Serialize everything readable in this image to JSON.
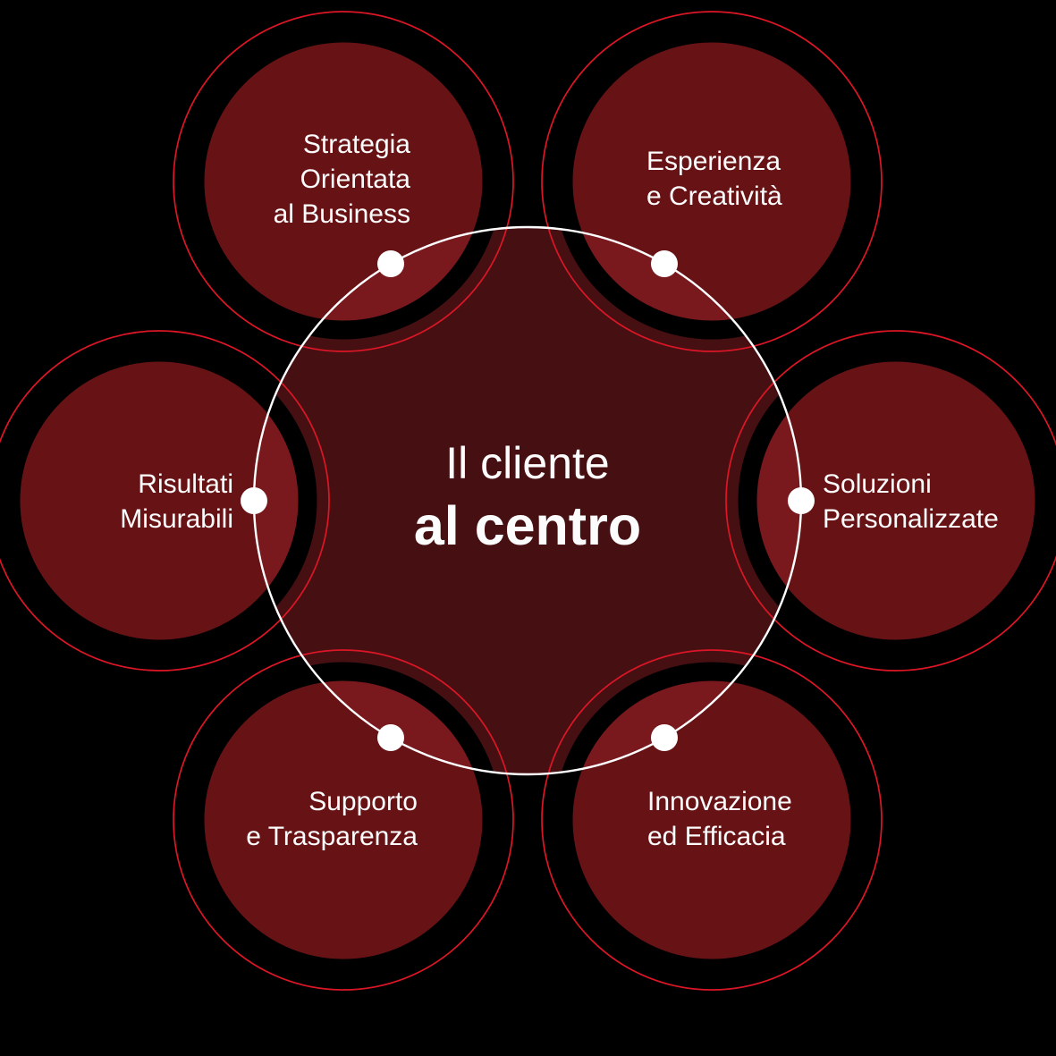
{
  "colors": {
    "background": "#000000",
    "satellite-fill": "#671316",
    "hub-fill": "#8c2026",
    "ring-color": "#dc1626",
    "orbit-color": "#ffffff",
    "label-color": "#fdfcfc"
  },
  "hub": {
    "line1": "Il cliente",
    "line2": "al centro"
  },
  "satellites": [
    {
      "lines": [
        "Strategia",
        "Orientata",
        "al Business"
      ]
    },
    {
      "lines": [
        "Esperienza",
        "e Creatività"
      ]
    },
    {
      "lines": [
        "Soluzioni",
        "Personalizzate"
      ]
    },
    {
      "lines": [
        "Innovazione",
        "ed Efficacia"
      ]
    },
    {
      "lines": [
        "Supporto",
        "e Trasparenza"
      ]
    },
    {
      "lines": [
        "Risultati",
        "Misurabili"
      ]
    }
  ]
}
